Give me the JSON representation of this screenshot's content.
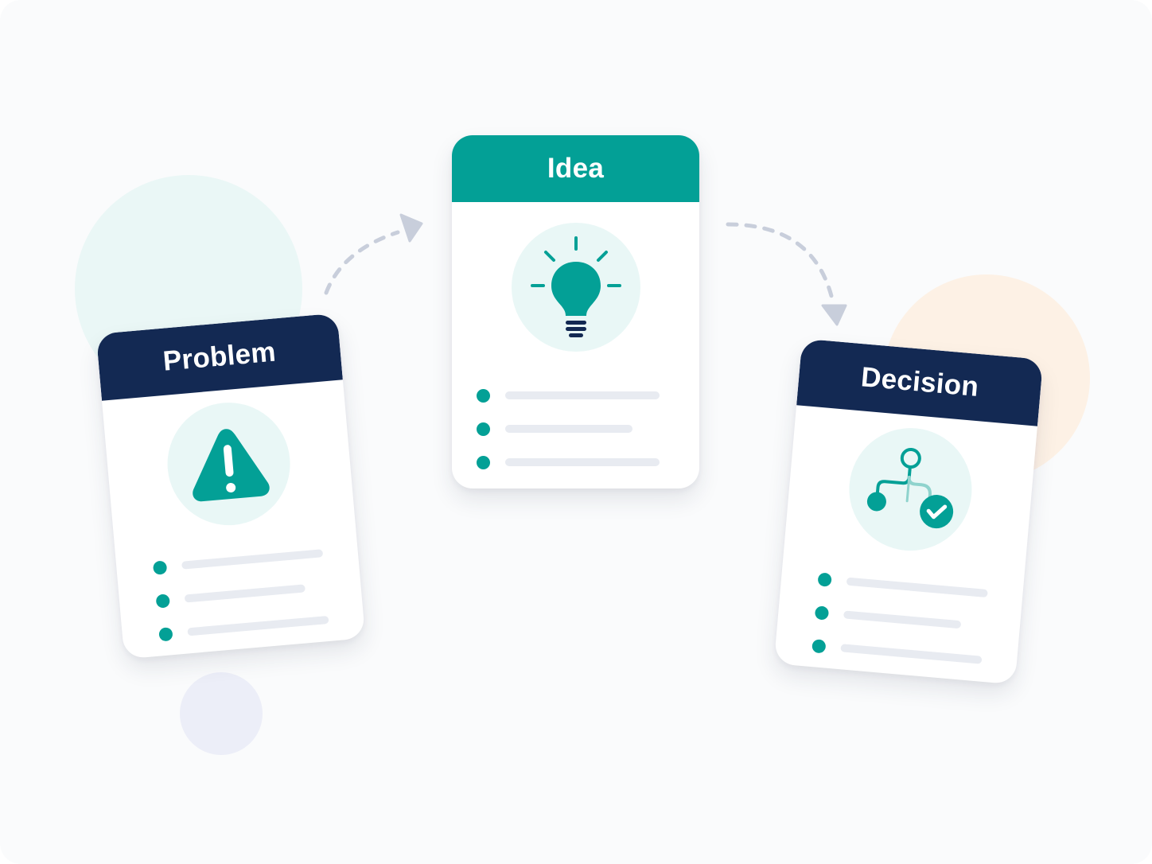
{
  "colors": {
    "teal": "#03a096",
    "navy": "#132953",
    "icon_bg": "#e9f7f6",
    "line_placeholder": "#e8ebf1",
    "arrow": "#c8cedb"
  },
  "cards": [
    {
      "id": "problem",
      "title": "Problem",
      "header_color": "navy",
      "icon": "warning-triangle-icon",
      "placeholder_lines": 3
    },
    {
      "id": "idea",
      "title": "Idea",
      "header_color": "teal",
      "icon": "lightbulb-icon",
      "placeholder_lines": 3
    },
    {
      "id": "decision",
      "title": "Decision",
      "header_color": "navy",
      "icon": "decision-flow-check-icon",
      "placeholder_lines": 3
    }
  ],
  "connectors": [
    {
      "from": "Problem",
      "to": "Idea",
      "style": "dashed-arrow"
    },
    {
      "from": "Idea",
      "to": "Decision",
      "style": "dashed-arrow"
    }
  ]
}
